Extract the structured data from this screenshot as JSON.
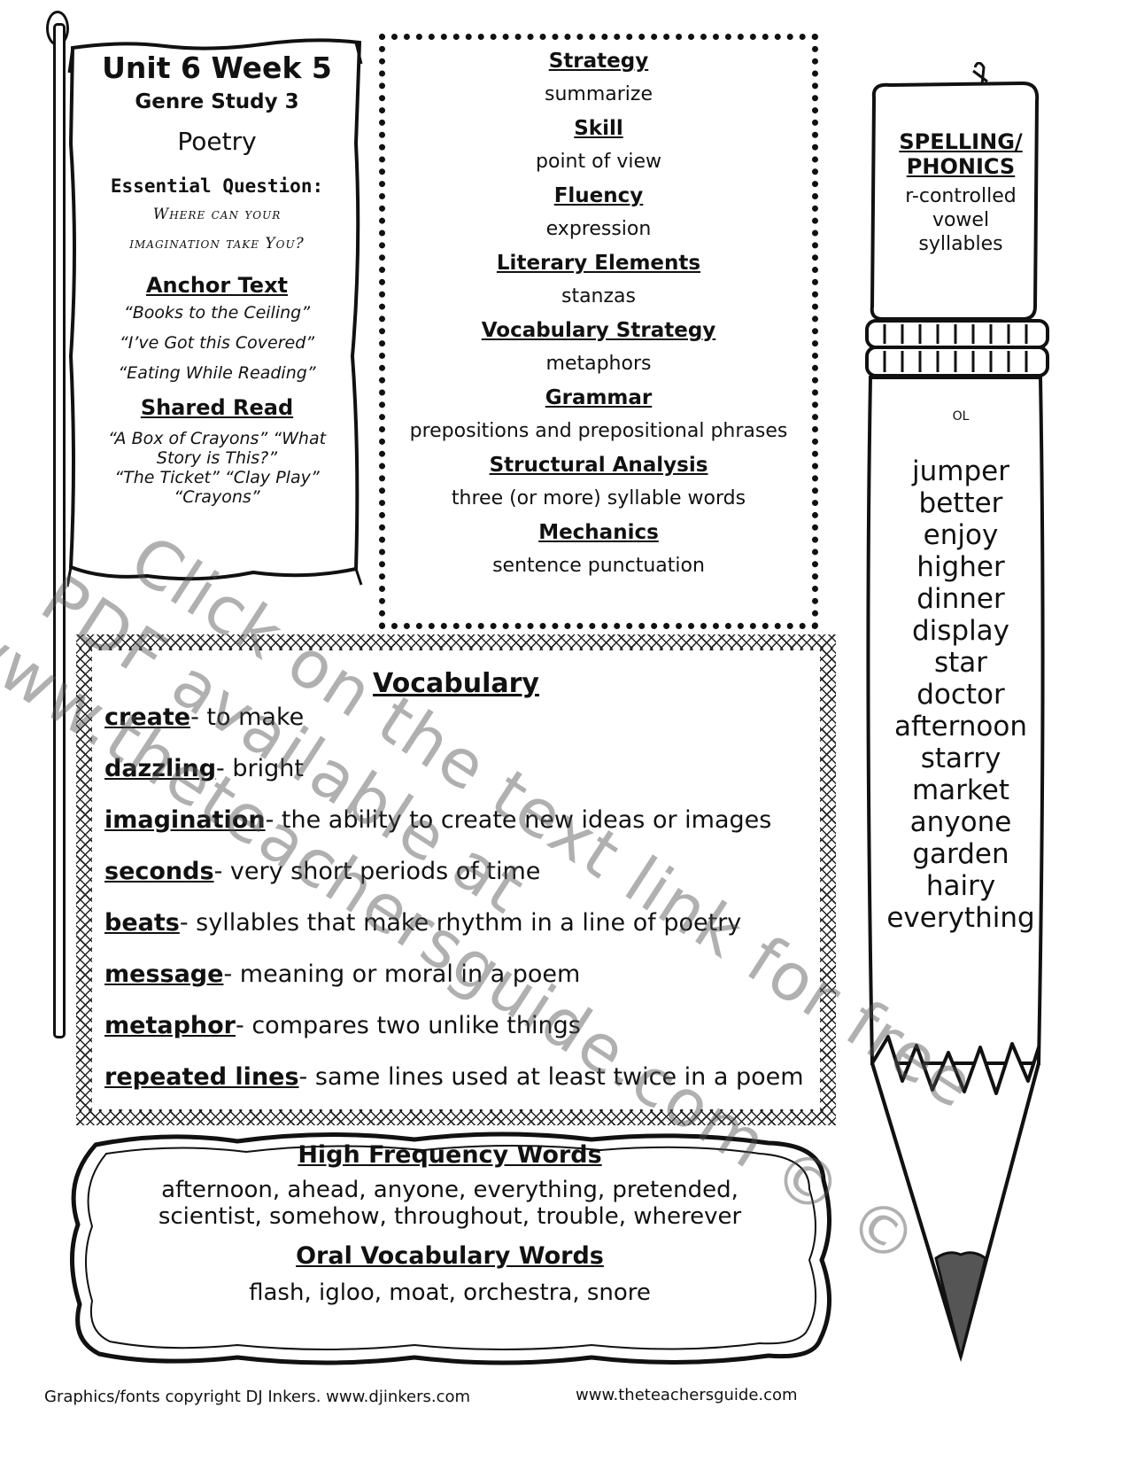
{
  "flag": {
    "title": "Unit 6 Week 5",
    "subtitle": "Genre Study 3",
    "genre": "Poetry",
    "essential_question_label": "Essential Question:",
    "essential_question_line1": "Where can your",
    "essential_question_line2": "imagination take You?",
    "anchor_heading": "Anchor Text",
    "anchor_texts": [
      "“Books to the Ceiling”",
      "“I’ve Got this Covered”",
      "“Eating While Reading”"
    ],
    "shared_heading": "Shared Read",
    "shared_line1": "“A Box of Crayons”  “What",
    "shared_line2": "Story is This?”",
    "shared_line3": "“The Ticket”  “Clay Play”",
    "shared_line4": "“Crayons”"
  },
  "skills": [
    {
      "heading": "Strategy",
      "value": "summarize"
    },
    {
      "heading": "Skill",
      "value": "point of view"
    },
    {
      "heading": "Fluency",
      "value": "expression"
    },
    {
      "heading": "Literary Elements",
      "value": "stanzas"
    },
    {
      "heading": "Vocabulary Strategy",
      "value": "metaphors"
    },
    {
      "heading": "Grammar",
      "value": "prepositions and prepositional phrases"
    },
    {
      "heading": "Structural Analysis",
      "value": "three (or more) syllable words"
    },
    {
      "heading": "Mechanics",
      "value": "sentence punctuation"
    }
  ],
  "vocabulary": {
    "title": "Vocabulary",
    "items": [
      {
        "word": "create",
        "def": "-  to make"
      },
      {
        "word": "dazzling",
        "def": "- bright"
      },
      {
        "word": "imagination",
        "def": "- the ability to create new ideas or images"
      },
      {
        "word": "seconds",
        "def": "- very short periods of time"
      },
      {
        "word": "beats",
        "def": "- syllables that make rhythm in a line of poetry"
      },
      {
        "word": "message",
        "def": "- meaning or moral in a poem"
      },
      {
        "word": "metaphor",
        "def": "- compares two unlike things"
      },
      {
        "word": "repeated lines",
        "def": "- same lines used at least twice in a poem"
      }
    ]
  },
  "words": {
    "hf_heading": "High Frequency Words",
    "hf_line1": "afternoon, ahead, anyone, everything, pretended,",
    "hf_line2": "scientist, somehow, throughout, trouble, wherever",
    "oral_heading": "Oral Vocabulary Words",
    "oral_line": "flash, igloo, moat, orchestra, snore"
  },
  "spelling": {
    "heading_line1": "SPELLING/",
    "heading_line2": "PHONICS",
    "topic_line1": "r-controlled",
    "topic_line2": "vowel",
    "topic_line3": "syllables",
    "level": "OL",
    "words": [
      "jumper",
      "better",
      "enjoy",
      "higher",
      "dinner",
      "display",
      "star",
      "doctor",
      "afternoon",
      "starry",
      "market",
      "anyone",
      "garden",
      "hairy",
      "everything"
    ]
  },
  "footer": {
    "left": "Graphics/fonts copyright DJ Inkers. www.djinkers.com",
    "right": "www.theteachersguide.com"
  },
  "watermark": {
    "line1": "Click on the text link for free",
    "line2": "PDF available at",
    "line3": "www.theteachersguide.com © ©"
  }
}
